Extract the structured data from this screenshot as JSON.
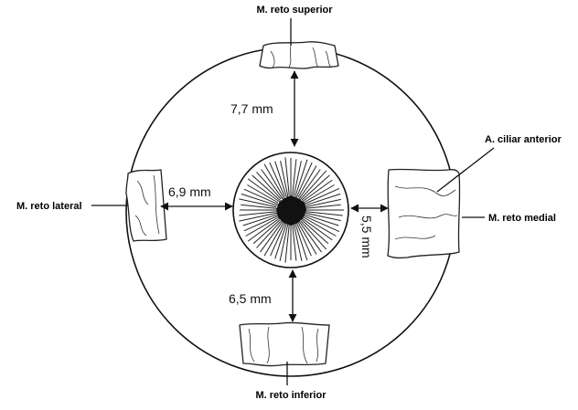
{
  "labels": {
    "superior": "M. reto superior",
    "inferior": "M. reto inferior",
    "lateral": "M. reto lateral",
    "medial": "M. reto medial",
    "ciliar": "A. ciliar anterior"
  },
  "measurements": {
    "superior": "7,7 mm",
    "lateral": "6,9 mm",
    "medial": "5,5 mm",
    "inferior": "6,5 mm"
  }
}
